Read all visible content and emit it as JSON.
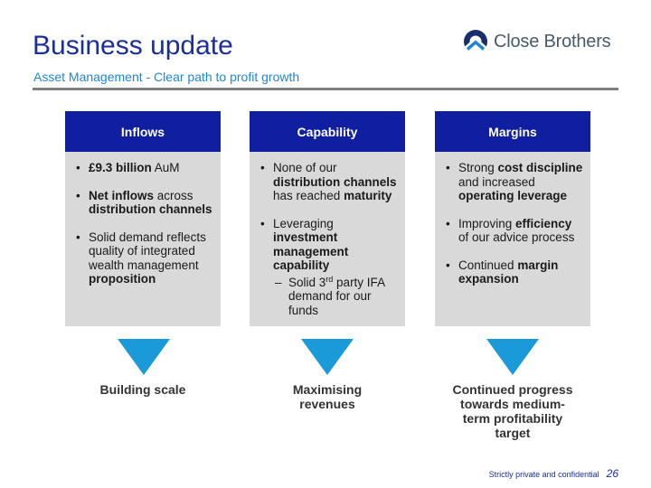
{
  "header": {
    "title": "Business update",
    "subtitle": "Asset Management - Clear path to profit growth",
    "logo_text": "Close Brothers"
  },
  "columns": [
    {
      "heading": "Inflows",
      "bullets": [
        {
          "bold": "£9.3 billion",
          "text": " AuM"
        },
        {
          "bold": "Net inflows",
          "text": " across ",
          "bold2": "distribution channels"
        },
        {
          "text": "Solid demand reflects quality of integrated wealth management ",
          "bold": "proposition"
        }
      ],
      "outcome": "Building scale"
    },
    {
      "heading": "Capability",
      "bullets": [
        {
          "text": "None of our ",
          "bold": "distribution channels",
          "text2": " has reached ",
          "bold2": "maturity"
        },
        {
          "text": "Leveraging ",
          "bold": "investment management capability"
        },
        {
          "text": "Solid 3",
          "sup": "rd",
          "text2": " party IFA demand for our funds"
        }
      ],
      "outcome": "Maximising revenues"
    },
    {
      "heading": "Margins",
      "bullets": [
        {
          "text": "Strong ",
          "bold": "cost discipline",
          "text2": " and increased ",
          "bold2": "operating leverage"
        },
        {
          "text": "Improving ",
          "bold": "efficiency",
          "text2": " of our advice process"
        },
        {
          "text": "Continued ",
          "bold": "margin expansion"
        }
      ],
      "outcome": "Continued progress towards medium-term profitability target"
    }
  ],
  "footer": {
    "confidentiality": "Strictly private and confidential",
    "page_number": "26"
  },
  "colors": {
    "title_blue": "#1a2e9c",
    "subtitle_blue": "#1f86d6",
    "header_navy": "#0f1fa0",
    "body_grey": "#d9d9d9",
    "arrow_blue": "#1a9ad9"
  }
}
